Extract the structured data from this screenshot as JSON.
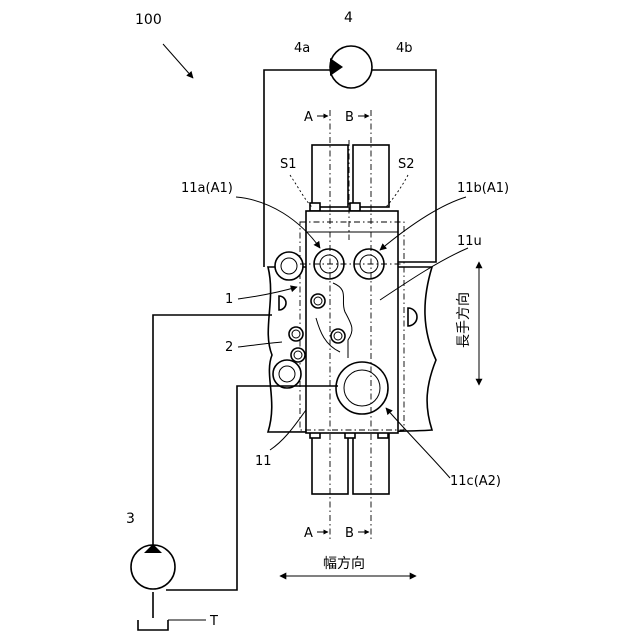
{
  "labels": {
    "device": "100",
    "motor": "4",
    "motor_port_a": "4a",
    "motor_port_b": "4b",
    "section_a": "A",
    "section_b": "B",
    "spool_s1": "S1",
    "spool_s2": "S2",
    "port_11a": "11a(A1)",
    "port_11b": "11b(A1)",
    "face_11u": "11u",
    "valve_block": "1",
    "base_plate": "2",
    "housing": "11",
    "port_11c": "11c(A2)",
    "pump": "3",
    "tank": "T",
    "longitudinal_direction": "長手方向",
    "width_direction": "幅方向"
  }
}
